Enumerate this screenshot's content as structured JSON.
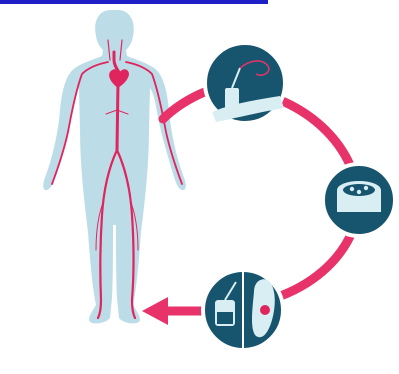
{
  "colors": {
    "body_fill": "#bcdde8",
    "artery": "#e0245e",
    "cycle_arrow": "#e8336a",
    "disc_fill": "#17546e",
    "disc_border": "#ffffff",
    "accent_light": "#d8eef3",
    "top_rule": "#1f1fc8"
  },
  "steps": [
    {
      "name": "cell-collection",
      "icon": "syringe-icon"
    },
    {
      "name": "culture-dish",
      "icon": "petri-dish-icon"
    },
    {
      "name": "treatment",
      "icon": "foot-wound-icon"
    }
  ],
  "flow": {
    "direction": "clockwise",
    "returns_to": "patient-body"
  }
}
